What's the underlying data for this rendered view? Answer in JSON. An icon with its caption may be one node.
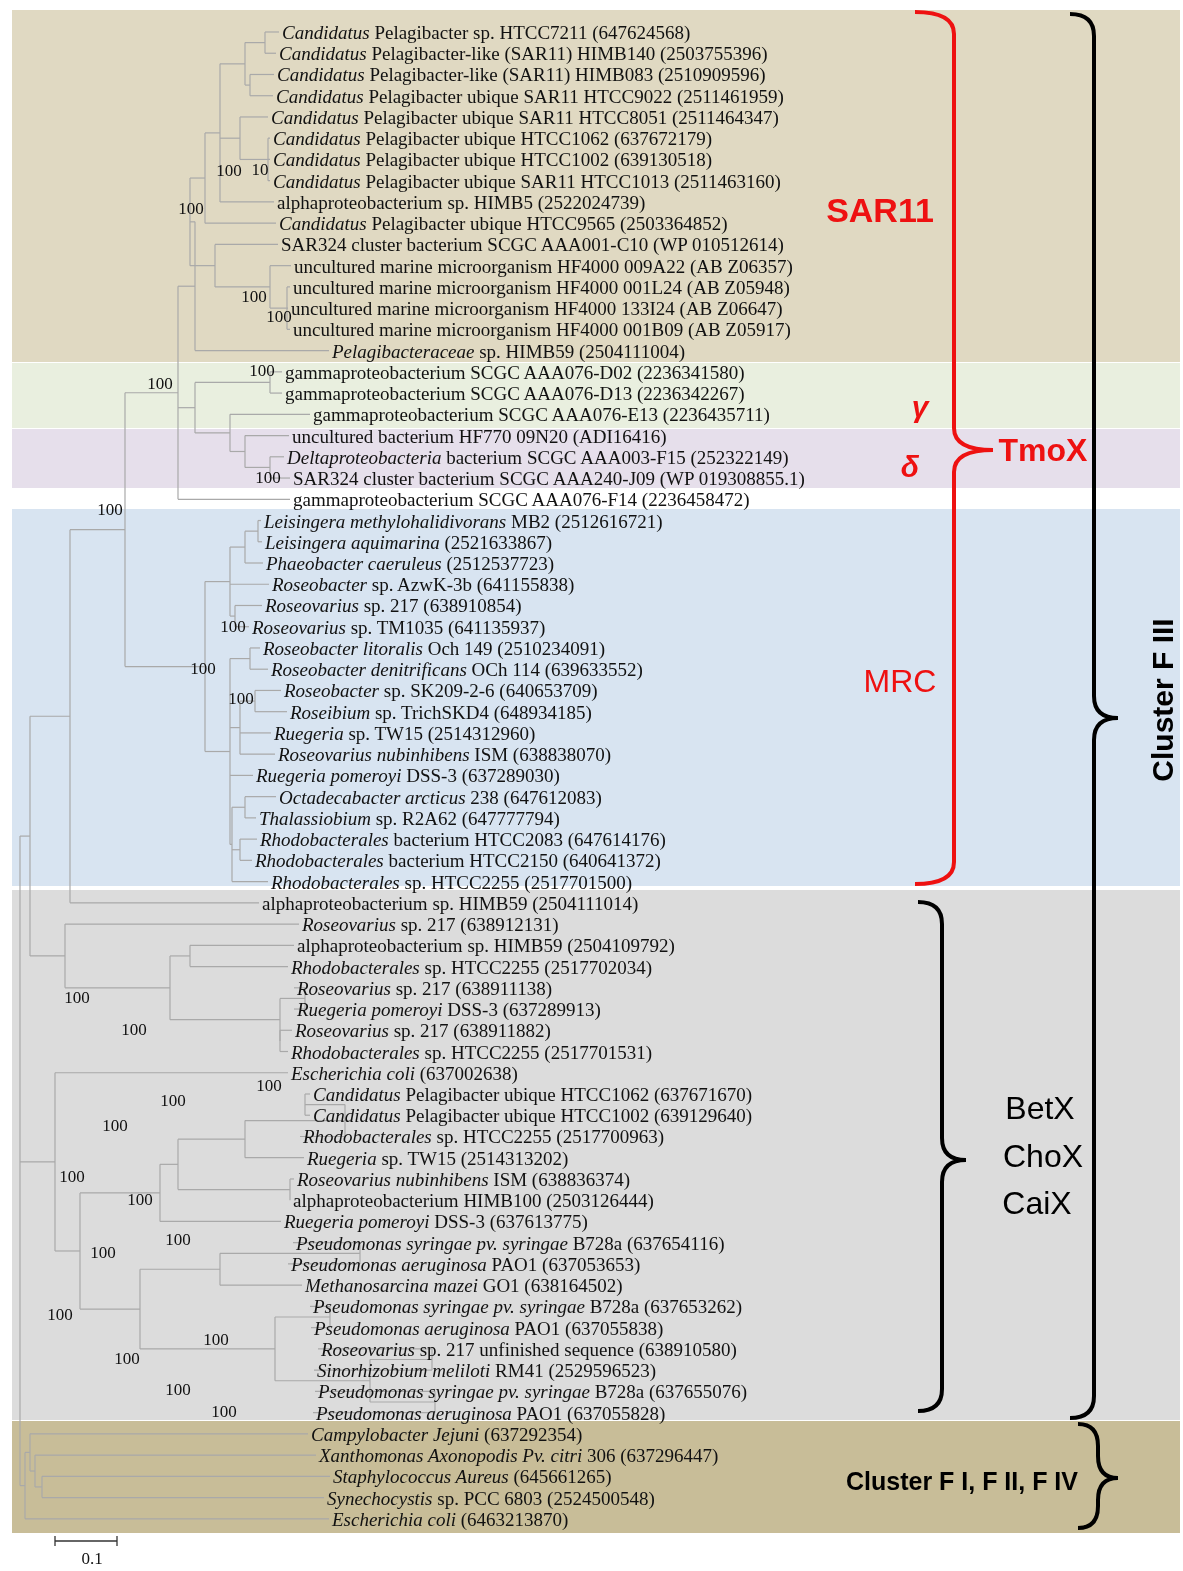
{
  "diagram": {
    "labels": [
      "*Candidatus* Pelagibacter sp. HTCC7211 (647624568)",
      "*Candidatus* Pelagibacter-like (SAR11) HIMB140 (2503755396)",
      "*Candidatus* Pelagibacter-like (SAR11) HIMB083 (2510909596)",
      "*Candidatus* Pelagibacter ubique SAR11 HTCC9022 (2511461959)",
      "*Candidatus* Pelagibacter ubique SAR11 HTCC8051 (2511464347)",
      "*Candidatus* Pelagibacter ubique HTCC1062 (637672179)",
      "*Candidatus* Pelagibacter ubique HTCC1002 (639130518)",
      "100",
      "10",
      "*Candidatus* Pelagibacter ubique SAR11 HTCC1013 (2511463160)",
      "alphaproteobacterium sp. HIMB5 (2522024739)",
      "100",
      "SAR11",
      "*Candidatus* Pelagibacter ubique HTCC9565 (2503364852)",
      "SAR324 cluster bacterium SCGC AAA001-C10 (WP 010512614)",
      "uncultured marine microorganism HF4000 009A22 (AB Z06357)",
      "uncultured marine microorganism HF4000 001L24 (AB Z05948)",
      "100",
      "uncultured marine microorganism HF4000 133I24 (AB Z06647)",
      "100",
      "uncultured marine microorganism HF4000 001B09 (AB Z05917)",
      "*Pelagibacteraceae* sp. HIMB59 (2504111004)",
      "100",
      "gammaproteobacterium SCGC AAA076-D02 (2236341580)",
      "100",
      "gammaproteobacterium SCGC AAA076-D13 (2236342267)",
      "γ",
      "gammaproteobacterium SCGC AAA076-E13 (2236435711)",
      "uncultured bacterium HF770 09N20 (ADI16416)",
      "TmoX",
      "*Deltaproteobacteria* bacterium SCGC AAA003-F15 (252322149)",
      "δ",
      "100",
      "SAR324 cluster bacterium SCGC AAA240-J09 (WP 019308855.1)",
      "gammaproteobacterium SCGC AAA076-F14 (2236458472)",
      "100",
      "*Leisingera methylohalidivorans* MB2 (2512616721)",
      "*Leisingera aquimarina* (2521633867)",
      "*Phaeobacter caeruleus* (2512537723)",
      "*Roseobacter* sp. AzwK-3b (641155838)",
      "*Roseovarius* sp. 217 (638910854)",
      "100",
      "*Roseovarius* sp. TM1035 (641135937)",
      "*Roseobacter litoralis* Och 149 (2510234091)",
      "100",
      "*Roseobacter denitrificans* OCh 114 (639633552)",
      "MRC",
      "*Roseobacter* sp. SK209-2-6 (640653709)",
      "100",
      "Cluster F III",
      "*Roseibium* sp. TrichSKD4 (648934185)",
      "*Ruegeria* sp. TW15 (2514312960)",
      "*Roseovarius nubinhibens* ISM (638838070)",
      "*Ruegeria pomeroyi* DSS-3 (637289030)",
      "*Octadecabacter arcticus* 238 (647612083)",
      "*Thalassiobium* sp. R2A62 (647777794)",
      "*Rhodobacterales* bacterium HTCC2083 (647614176)",
      "*Rhodobacterales* bacterium HTCC2150 (640641372)",
      "*Rhodobacterales* sp. HTCC2255 (2517701500)",
      "alphaproteobacterium sp. HIMB59 (2504111014)",
      "*Roseovarius* sp. 217 (638912131)",
      "alphaproteobacterium sp. HIMB59 (2504109792)",
      "*Rhodobacterales* sp. HTCC2255 (2517702034)",
      "*Roseovarius* sp. 217 (638911138)",
      "100",
      "*Ruegeria pomeroyi* DSS-3 (637289913)",
      "100",
      "*Roseovarius* sp. 217 (638911882)",
      "*Rhodobacterales* sp. HTCC2255 (2517701531)",
      "*Escherichia coli* (637002638)",
      "100",
      "*Candidatus* Pelagibacter ubique HTCC1062 (637671670)",
      "100",
      "BetX",
      "*Candidatus* Pelagibacter ubique HTCC1002 (639129640)",
      "100",
      "*Rhodobacterales* sp. HTCC2255 (2517700963)",
      "ChoX",
      "*Ruegeria* sp. TW15 (2514313202)",
      "100",
      "*Roseovarius nubinhibens* ISM (638836374)",
      "100",
      "alphaproteobacterium HIMB100 (2503126444)",
      "CaiX",
      "*Ruegeria pomeroyi* DSS-3 (637613775)",
      "100",
      "*Pseudomonas syringae pv. syringae* B728a (637654116)",
      "100",
      "*Pseudomonas aeruginosa* PAO1 (637053653)",
      "*Methanosarcina mazei* GO1 (638164502)",
      "*Pseudomonas syringae pv. syringae* B728a (637653262)",
      "100",
      "*Pseudomonas aeruginosa* PAO1 (637055838)",
      "100",
      "*Roseovarius* sp. 217 unfinished sequence (638910580)",
      "100",
      "*Sinorhizobium meliloti* RM41 (2529596523)",
      "100",
      "*Pseudomonas syringae pv. syringae* B728a (637655076)",
      "100",
      "*Pseudomonas aeruginosa* PAO1 (637055828)",
      "*Campylobacter Jejuni* (637292354)",
      "*Xanthomonas Axonopodis Pv. citri* 306 (637296447)",
      "*Staphylococcus Aureus* (645661265)",
      "Cluster F I, F II, F IV",
      "*Synechocystis* sp. PCC 6803 (2524500548)",
      "*Escherichia coli* (6463213870)",
      "0.1"
    ]
  }
}
